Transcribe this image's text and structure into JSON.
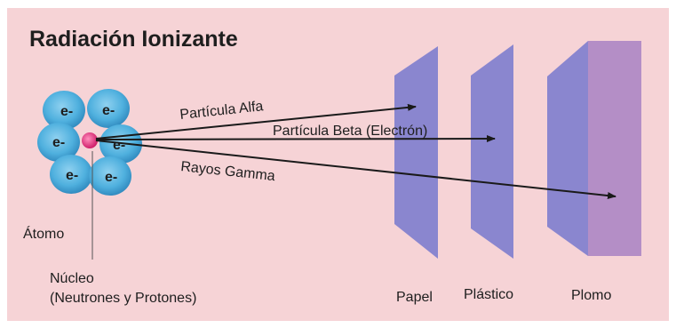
{
  "title": "Radiación Ionizante",
  "labels": {
    "alpha": "Partícula Alfa",
    "beta": "Partícula Beta (Electrón)",
    "gamma": "Rayos Gamma",
    "atom": "Átomo",
    "nucleus_line1": "Núcleo",
    "nucleus_line2": "(Neutrones y Protones)",
    "paper": "Papel",
    "plastic": "Plástico",
    "lead": "Plomo"
  },
  "electron_label": "e-",
  "colors": {
    "background": "#f6d3d6",
    "electron_cloud": "#4fb0de",
    "electron_dark": "#2b83b9",
    "nucleus": "#e0307a",
    "paper_plastic": "#8a86cf",
    "lead_face": "#b48ec6",
    "arrow": "#1a1a1a"
  }
}
